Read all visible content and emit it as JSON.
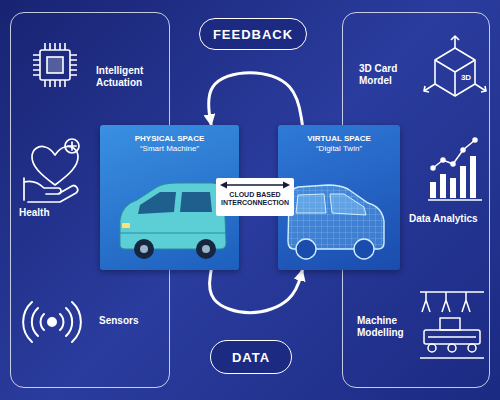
{
  "diagram": {
    "nodes": [
      {
        "text": [
          "Intelligent Actuation",
          "Health",
          "Sensors"
        ]
      },
      {
        "text": [
          "FEEDBACK"
        ]
      },
      {
        "text": [
          "PHYSICAL SPACE",
          "“Smart Machine”"
        ]
      },
      {
        "text": [
          "CLOUD BASED INTERCONNECTION"
        ]
      },
      {
        "text": [
          "VIRTUAL SPACE",
          "“Digital Twin”"
        ]
      },
      {
        "text": [
          "3D Card Mordel",
          "Data Analytics",
          "Machine Modelling"
        ]
      },
      {
        "text": [
          "DATA"
        ]
      }
    ],
    "edges": [
      {
        "from": 4,
        "to": 2,
        "arrow": "to"
      },
      {
        "from": 2,
        "to": 4,
        "arrow": "to"
      }
    ],
    "labels": [
      "3D"
    ]
  }
}
